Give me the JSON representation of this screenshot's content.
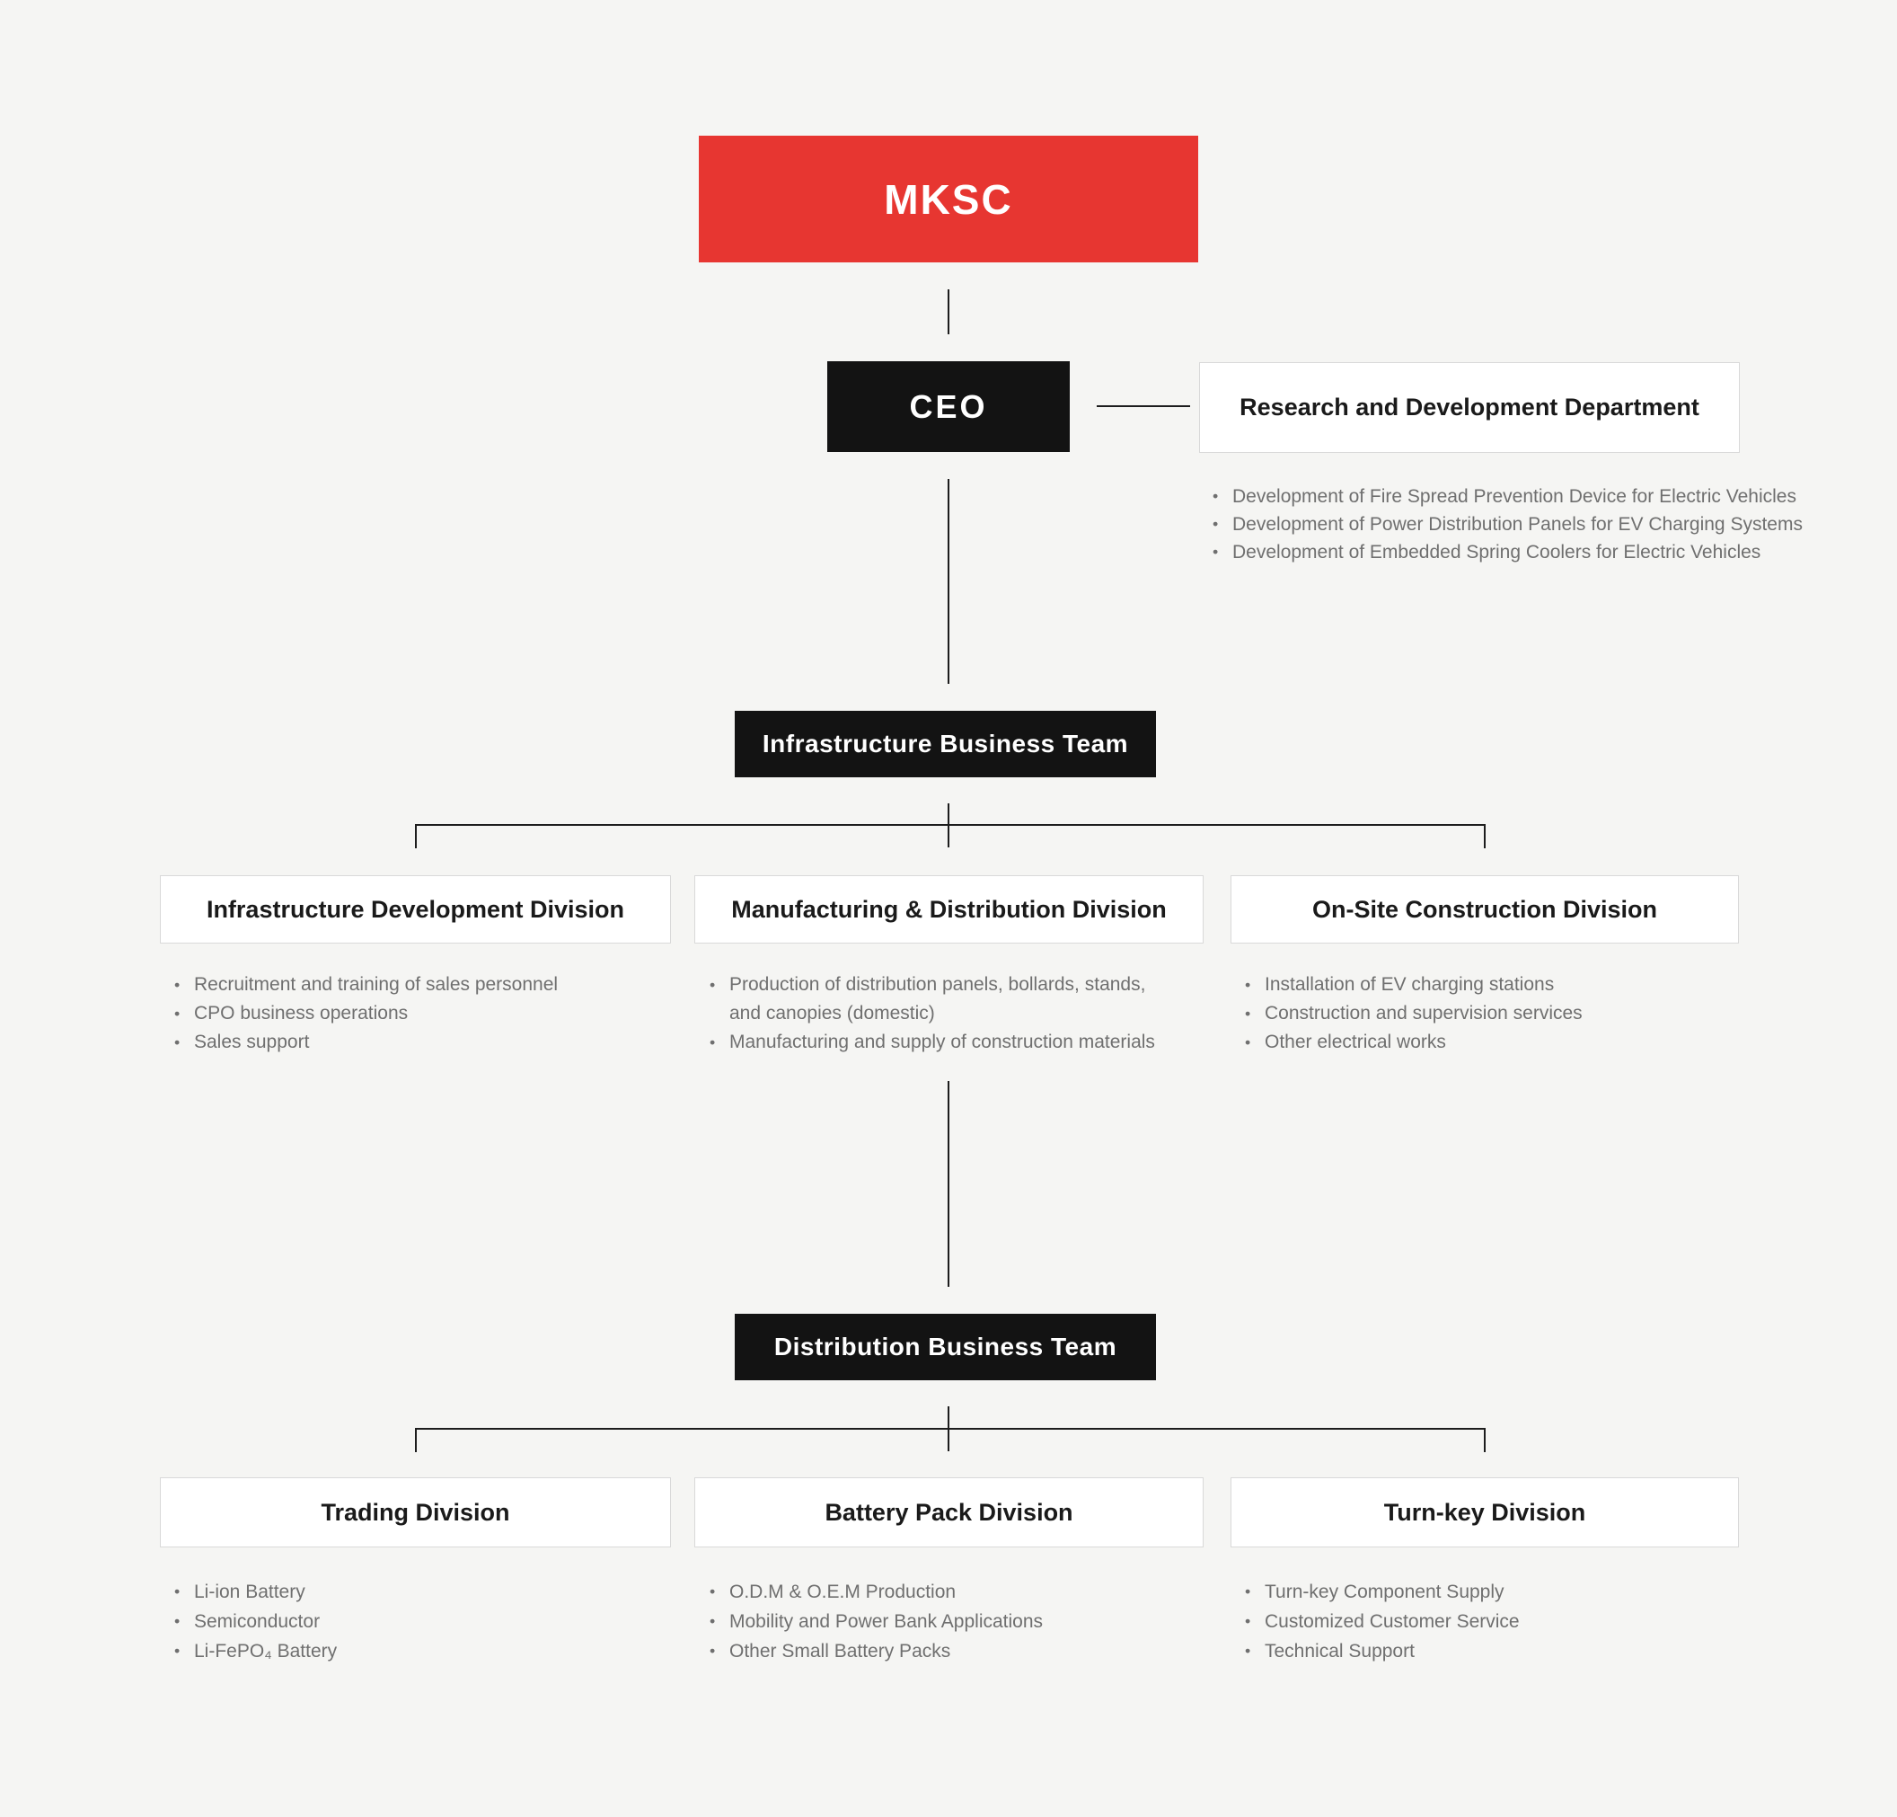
{
  "colors": {
    "background": "#f5f5f3",
    "accent_red": "#e73631",
    "node_black": "#131313",
    "node_border": "#d9d9d9",
    "title_text": "#1a1a1a",
    "bullet_text": "#6f6f6f",
    "line": "#1d1d1d"
  },
  "company": {
    "label": "MKSC"
  },
  "ceo": {
    "label": "CEO"
  },
  "rnd": {
    "title": "Research and Development Department",
    "items": [
      "Development of Fire Spread Prevention Device for Electric Vehicles",
      "Development of Power Distribution Panels for EV Charging Systems",
      "Development of Embedded Spring Coolers for Electric Vehicles"
    ]
  },
  "teams": [
    {
      "label": "Infrastructure Business Team",
      "divisions": [
        {
          "title": "Infrastructure Development Division",
          "items": [
            "Recruitment and training of sales personnel",
            "CPO business operations",
            "Sales support"
          ]
        },
        {
          "title": "Manufacturing & Distribution Division",
          "items": [
            "Production of distribution panels, bollards, stands,\nand canopies (domestic)",
            "Manufacturing and supply of construction materials"
          ]
        },
        {
          "title": "On-Site Construction Division",
          "items": [
            "Installation of EV charging stations",
            "Construction and supervision services",
            "Other electrical works"
          ]
        }
      ]
    },
    {
      "label": "Distribution Business Team",
      "divisions": [
        {
          "title": "Trading Division",
          "items": [
            "Li-ion Battery",
            "Semiconductor",
            "Li-FePO₄ Battery"
          ]
        },
        {
          "title": "Battery Pack Division",
          "items": [
            "O.D.M & O.E.M Production",
            "Mobility and Power Bank Applications",
            "Other Small Battery Packs"
          ]
        },
        {
          "title": "Turn-key Division",
          "items": [
            "Turn-key Component Supply",
            "Customized Customer Service",
            "Technical Support"
          ]
        }
      ]
    }
  ]
}
